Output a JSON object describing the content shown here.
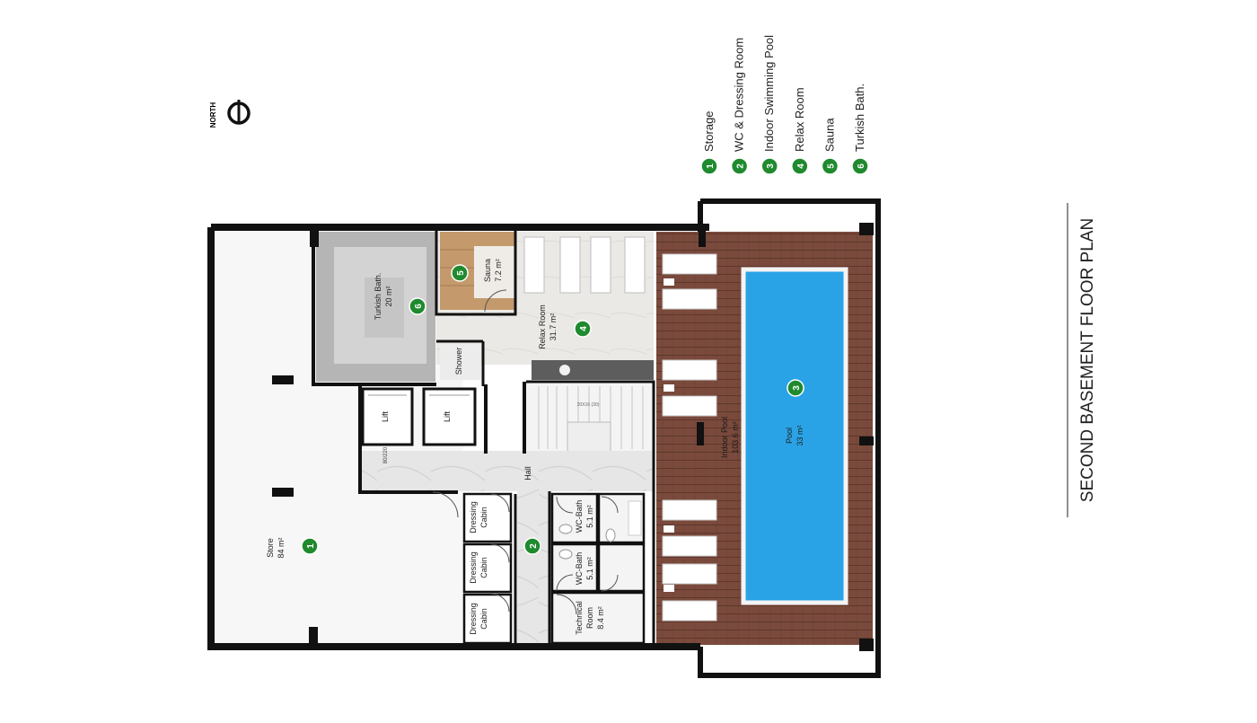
{
  "title": "SECOND BASEMENT FLOOR PLAN",
  "north": {
    "label": "NORTH"
  },
  "legend": [
    {
      "num": "1",
      "label": "Storage"
    },
    {
      "num": "2",
      "label": "WC & Dressing Room"
    },
    {
      "num": "3",
      "label": "Indoor Swimming Pool"
    },
    {
      "num": "4",
      "label": "Relax Room"
    },
    {
      "num": "5",
      "label": "Sauna"
    },
    {
      "num": "6",
      "label": "Turkish Bath."
    }
  ],
  "rooms": {
    "store": {
      "name": "Store",
      "area": "84 m²",
      "num": "1"
    },
    "turkish_bath": {
      "name": "Turkish Bath.",
      "area": "20 m²",
      "num": "6"
    },
    "sauna": {
      "name": "Sauna",
      "area": "7.2 m²",
      "num": "5"
    },
    "relax_room": {
      "name": "Relax Room",
      "area": "31.7 m²",
      "num": "4"
    },
    "shower": {
      "name": "Shower"
    },
    "lift_1": {
      "name": "Lift"
    },
    "lift_2": {
      "name": "Lift"
    },
    "hall": {
      "name": "Hall"
    },
    "wc_zone": {
      "num": "2"
    },
    "dressing_1": {
      "name": "Dressing",
      "name2": "Cabin"
    },
    "dressing_2": {
      "name": "Dressing",
      "name2": "Cabin"
    },
    "dressing_3": {
      "name": "Dressing",
      "name2": "Cabin"
    },
    "wc_bath_1": {
      "name": "WC-Bath",
      "area": "5.1 m²"
    },
    "wc_bath_2": {
      "name": "WC-Bath",
      "area": "5.1 m²"
    },
    "technical_room": {
      "name": "Technical",
      "name2": "Room",
      "area": "8.4 m²"
    },
    "indoor_pool": {
      "name": "Indoor Pool",
      "area": "103.6 m²"
    },
    "pool": {
      "name": "Pool",
      "area": "33 m²",
      "num": "3"
    }
  },
  "door_labels": {
    "lift_door": "80/220",
    "stair": "20X16 (30)"
  },
  "colors": {
    "badge": "#1f8a2e",
    "wall": "#111111",
    "deck": "#7a4a3c",
    "water": "#2aa3e6",
    "floor": "#e9e7e4",
    "store": "#f8f8f8"
  }
}
